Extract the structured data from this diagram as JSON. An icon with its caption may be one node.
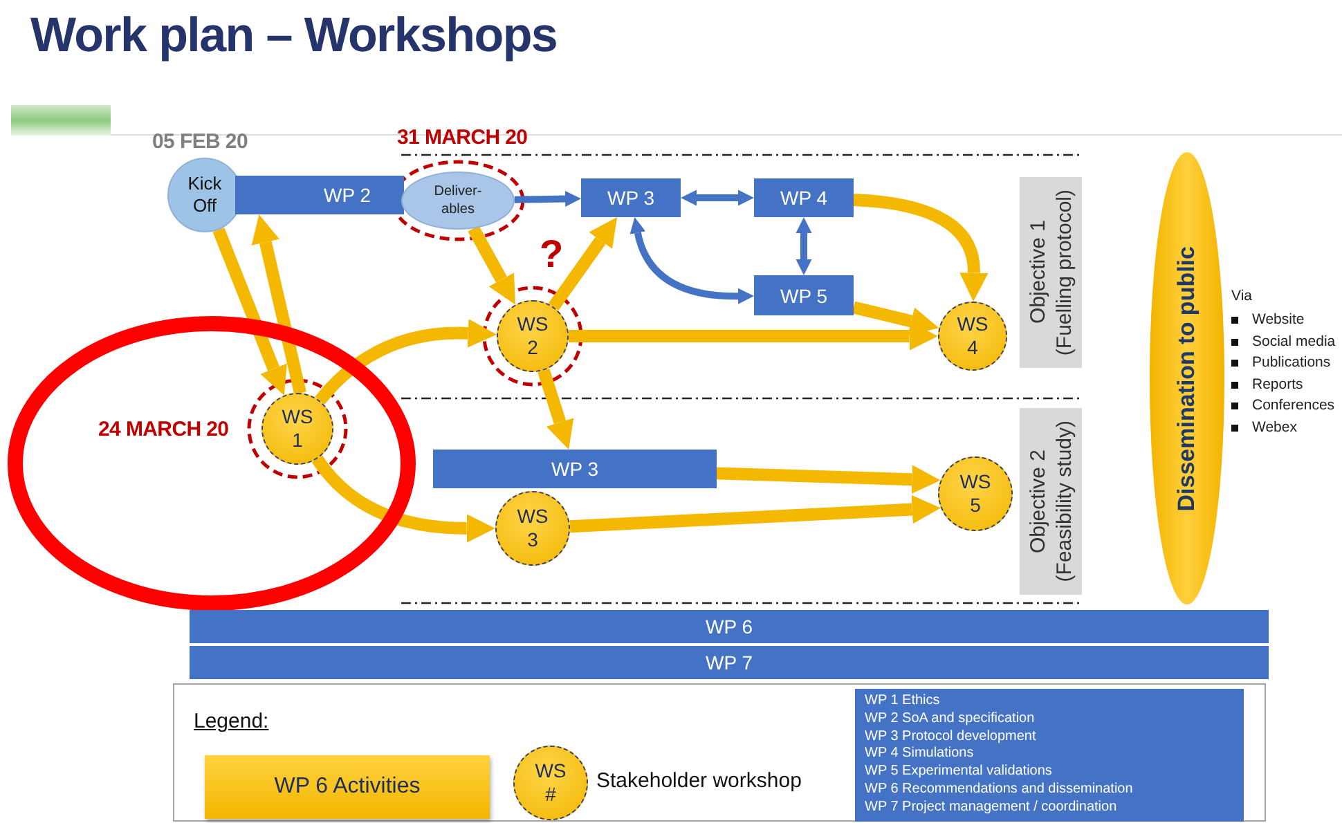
{
  "diagram": {
    "title": "Work plan – Workshops",
    "nodes": [
      {
        "text": [
          "Kick Off"
        ]
      },
      {
        "text": [
          "WP 2"
        ]
      },
      {
        "text": [
          "Deliver-ables"
        ]
      },
      {
        "text": [
          "WP 3"
        ]
      },
      {
        "text": [
          "WP 4"
        ]
      },
      {
        "text": [
          "WP 5"
        ]
      },
      {
        "text": [
          "WS 2"
        ]
      },
      {
        "text": [
          "WS 4"
        ]
      },
      {
        "text": [
          "24 MARCH 20"
        ]
      },
      {
        "text": [
          "WS 1"
        ],
        "in": 8
      },
      {
        "text": [
          "WP 3"
        ]
      },
      {
        "text": [
          "WS 3"
        ]
      },
      {
        "text": [
          "WS 5"
        ]
      },
      {
        "text": [
          "Objective 1",
          "(Fuelling protocol)"
        ]
      },
      {
        "text": [
          "Objective 2",
          "(Feasibility study)"
        ]
      },
      {
        "text": [
          "Dissemination to public"
        ],
        "beside": [
          "Via",
          "Website",
          "Social media",
          "Publications",
          "Reports",
          "Conferences",
          "Webex"
        ]
      },
      {
        "text": [
          "WP 6"
        ]
      },
      {
        "text": [
          "WP 7"
        ]
      },
      {
        "text": [
          "Legend:"
        ]
      },
      {
        "text": [
          "WP 6 Activities"
        ],
        "in": 18
      },
      {
        "text": [
          "WS #"
        ],
        "in": 18,
        "beside": [
          "Stakeholder workshop"
        ]
      },
      {
        "text": [
          "WP 1 Ethics",
          "WP 2 SoA and specification",
          "WP 3 Protocol development",
          "WP 4 Simulations",
          "WP 5 Experimental validations",
          "WP 6 Recommendations and dissemination",
          "WP 7 Project management / coordination"
        ],
        "in": 18
      }
    ],
    "edges": [
      {
        "from": 0,
        "to": 9,
        "arrow": "to"
      },
      {
        "from": 9,
        "to": 1,
        "arrow": "to"
      },
      {
        "from": 9,
        "to": 6,
        "arrow": "to"
      },
      {
        "from": 9,
        "to": 11,
        "arrow": "to"
      },
      {
        "from": 2,
        "to": 6,
        "arrow": "to"
      },
      {
        "from": 6,
        "to": 3,
        "arrow": "to"
      },
      {
        "from": 6,
        "to": 7,
        "arrow": "to"
      },
      {
        "from": 6,
        "to": 10,
        "arrow": "to"
      },
      {
        "from": 4,
        "to": 7,
        "arrow": "to"
      },
      {
        "from": 5,
        "to": 7,
        "arrow": "to"
      },
      {
        "from": 10,
        "to": 12,
        "arrow": "to"
      },
      {
        "from": 11,
        "to": 12,
        "arrow": "to"
      },
      {
        "from": 2,
        "to": 3,
        "arrow": "to",
        "color": "#4472c4"
      },
      {
        "from": 3,
        "to": 4,
        "arrow": "both",
        "color": "#4472c4"
      },
      {
        "from": 4,
        "to": 5,
        "arrow": "both",
        "color": "#4472c4"
      },
      {
        "from": 3,
        "to": 5,
        "arrow": "both",
        "color": "#4472c4"
      }
    ],
    "labels": [
      "05 FEB 20",
      "31 MARCH 20",
      "?"
    ]
  }
}
